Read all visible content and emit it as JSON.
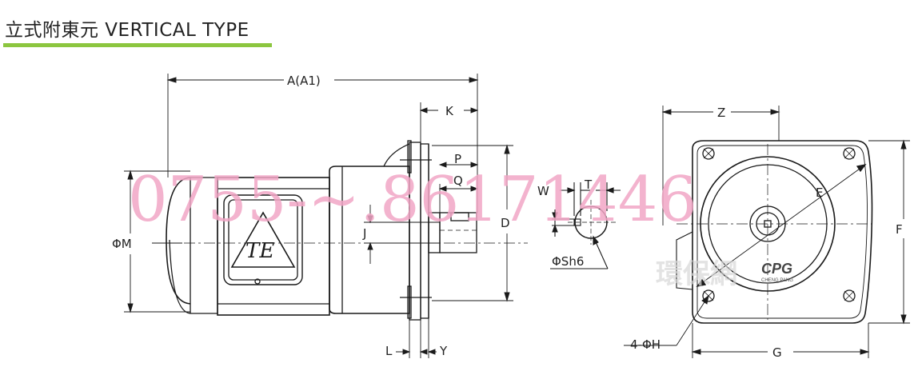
{
  "header": {
    "title": "立式附東元 VERTICAL TYPE",
    "accent_color": "#8cc63f"
  },
  "dimensions": {
    "A": "A(A1)",
    "K": "K",
    "P": "P",
    "Q": "Q",
    "J": "J",
    "D": "D",
    "M": "ΦM",
    "L": "L",
    "Y": "Y",
    "W": "W",
    "T": "T",
    "S": "ΦSh6",
    "Z": "Z",
    "E": "E",
    "F": "F",
    "G": "G",
    "H": "4-ΦH"
  },
  "nameplate": {
    "logo": "TE"
  },
  "brand": {
    "logo": "CPG",
    "subtext": "CHENG PANG"
  },
  "watermark": {
    "phone": "0755-~.86171446",
    "text2": "環保網"
  }
}
